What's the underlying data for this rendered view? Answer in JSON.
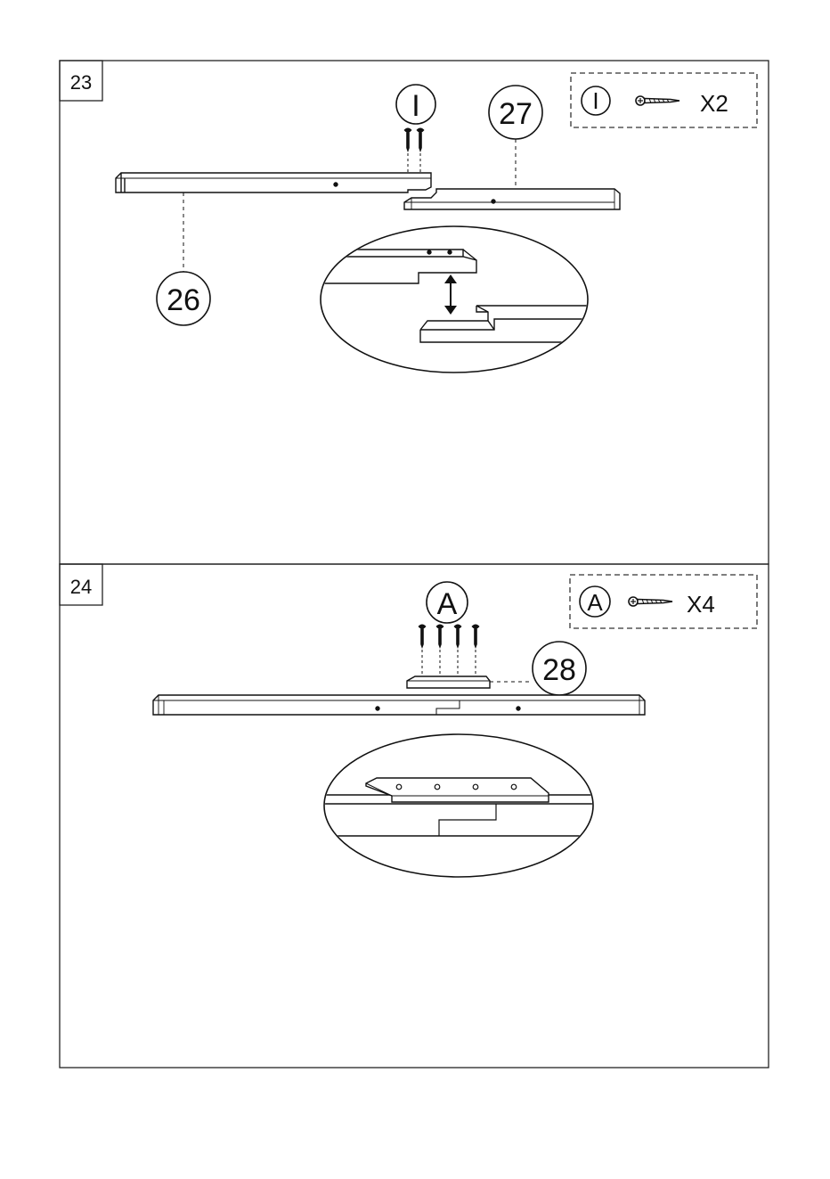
{
  "steps": [
    {
      "number": "23",
      "hardware": {
        "label": "I",
        "qty": "X2"
      },
      "callouts": {
        "screw": "I",
        "part_left": "26",
        "part_right": "27"
      }
    },
    {
      "number": "24",
      "hardware": {
        "label": "A",
        "qty": "X4"
      },
      "callouts": {
        "screw": "A",
        "part_plate": "28"
      }
    }
  ],
  "icons": [
    "screw-icon",
    "double-arrow-icon"
  ]
}
